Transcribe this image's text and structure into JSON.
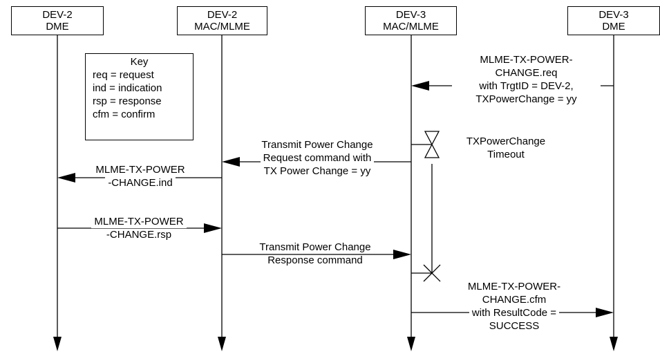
{
  "entities": [
    {
      "line1": "DEV-2",
      "line2": "DME"
    },
    {
      "line1": "DEV-2",
      "line2": "MAC/MLME"
    },
    {
      "line1": "DEV-3",
      "line2": "MAC/MLME"
    },
    {
      "line1": "DEV-3",
      "line2": "DME"
    }
  ],
  "key": {
    "title": "Key",
    "rows": [
      "req = request",
      "ind  = indication",
      "rsp = response",
      "cfm  = confirm"
    ]
  },
  "messages": {
    "change_req": [
      "MLME-TX-POWER-",
      "CHANGE.req",
      "with TrgtID = DEV-2,",
      "TXPowerChange = yy"
    ],
    "request_cmd": [
      "Transmit Power Change",
      "Request command with",
      "TX Power Change = yy"
    ],
    "change_ind": [
      "MLME-TX-POWER",
      "-CHANGE.ind"
    ],
    "change_rsp": [
      "MLME-TX-POWER",
      "-CHANGE.rsp"
    ],
    "response_cmd": [
      "Transmit Power Change",
      "Response command"
    ],
    "change_cfm": [
      "MLME-TX-POWER-",
      "CHANGE.cfm",
      "with ResultCode =",
      "SUCCESS"
    ]
  },
  "timer": [
    "TXPowerChange",
    "Timeout"
  ]
}
